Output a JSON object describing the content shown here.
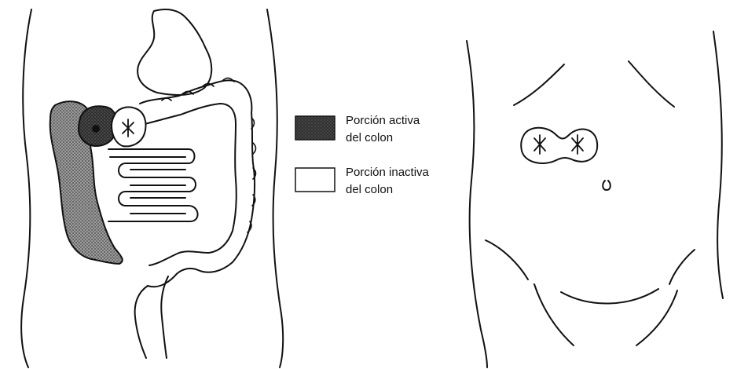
{
  "legend": {
    "active": {
      "line1": "Porción activa",
      "line2": "del colon",
      "swatch_color": "#3a3a3a"
    },
    "inactive": {
      "line1": "Porción inactiva",
      "line2": "del colon",
      "swatch_color": "#ffffff"
    }
  },
  "colors": {
    "stroke": "#111111",
    "active_fill": "#888888",
    "stoma_dark": "#555555",
    "background": "#ffffff"
  }
}
